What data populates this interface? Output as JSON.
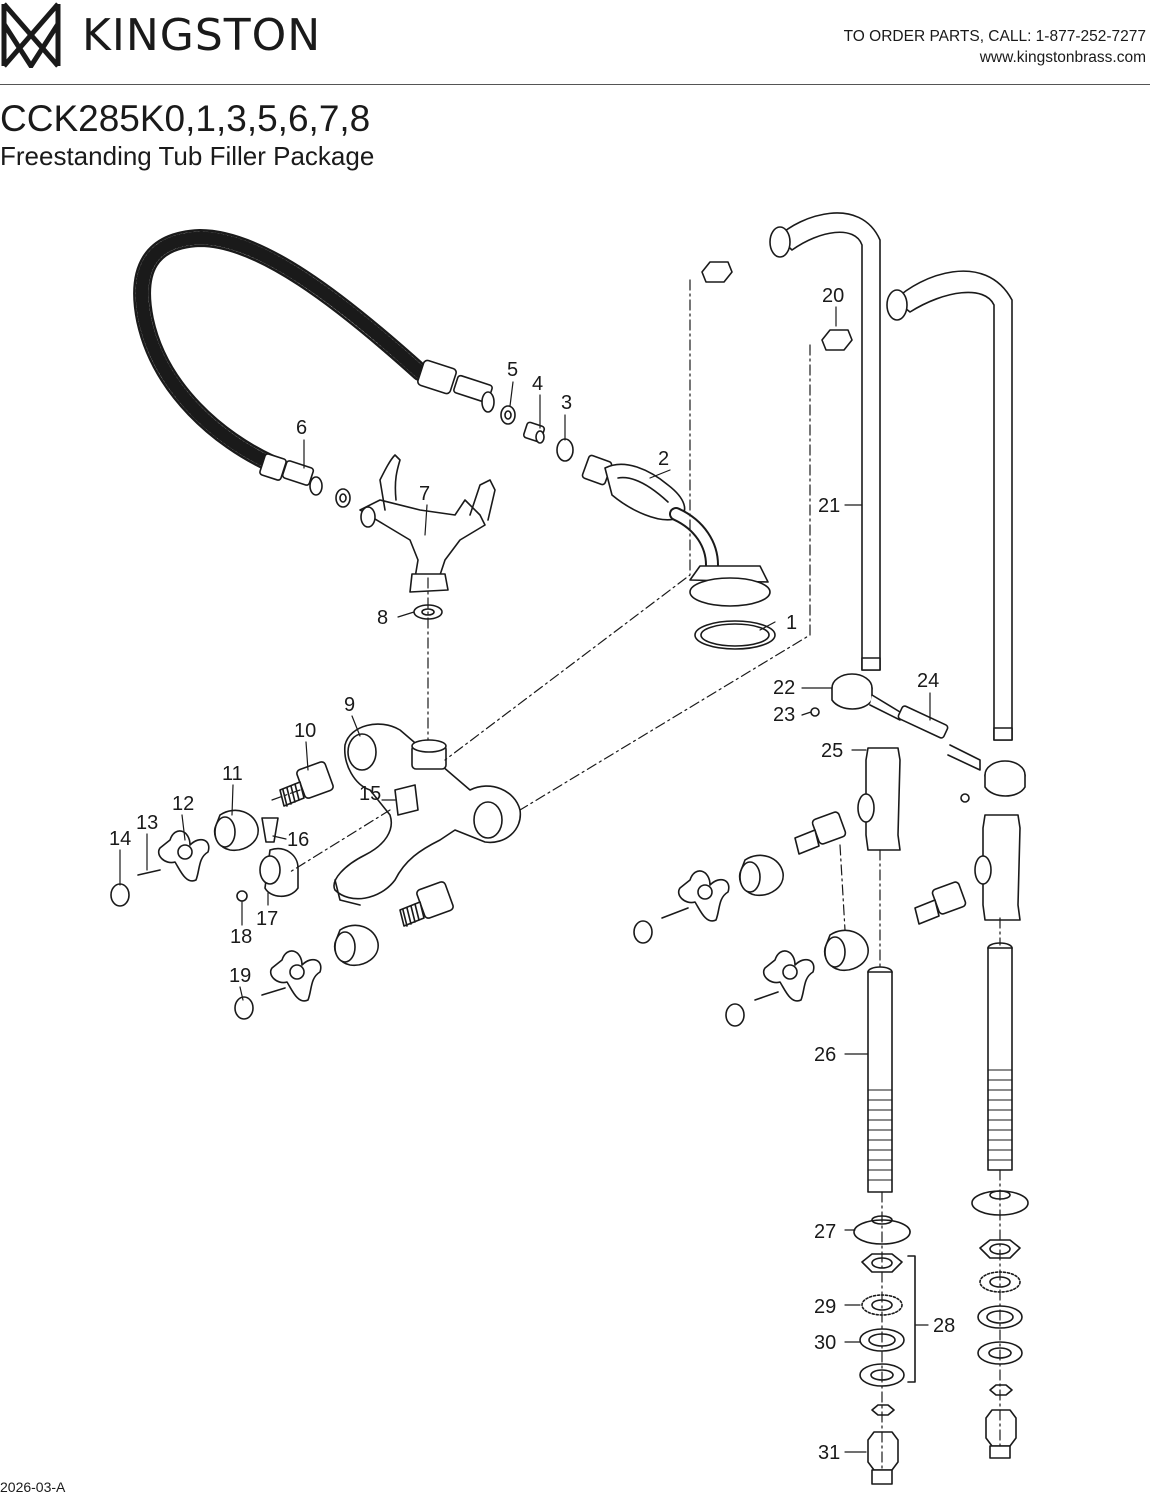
{
  "header": {
    "brand": "KINGSTON",
    "order_line": "TO ORDER PARTS, CALL: 1-877-252-7277",
    "website": "www.kingstonbrass.com"
  },
  "title": {
    "model": "CCK285K0,1,3,5,6,7,8",
    "description": "Freestanding Tub Filler Package"
  },
  "footer": {
    "doc_code": "2026-03-A"
  },
  "callouts": [
    "1",
    "2",
    "3",
    "4",
    "5",
    "6",
    "7",
    "8",
    "9",
    "10",
    "11",
    "12",
    "13",
    "14",
    "15",
    "16",
    "17",
    "18",
    "19",
    "20",
    "21",
    "22",
    "23",
    "24",
    "25",
    "26",
    "27",
    "28",
    "29",
    "30",
    "31"
  ]
}
